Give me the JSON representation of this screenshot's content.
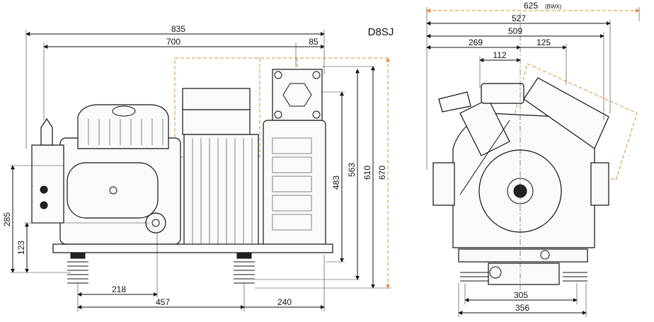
{
  "model": "D8SJ",
  "side_view": {
    "dimensions": {
      "overall_length": "835",
      "length_700": "700",
      "right_offset": "85",
      "height_670": "670",
      "height_610": "610",
      "height_563": "563",
      "height_483": "483",
      "height_285": "285",
      "height_123": "123",
      "foot_218": "218",
      "foot_457": "457",
      "foot_240": "240"
    }
  },
  "front_view": {
    "dimensions": {
      "width_625": "625",
      "width_625_note": "(BWX)",
      "width_527": "527",
      "width_509": "509",
      "width_269": "269",
      "width_125": "125",
      "width_112": "112",
      "foot_305": "305",
      "foot_356": "356"
    }
  },
  "colors": {
    "outline": "#111111",
    "optional_outline": "#e08a2e",
    "background": "#ffffff"
  }
}
